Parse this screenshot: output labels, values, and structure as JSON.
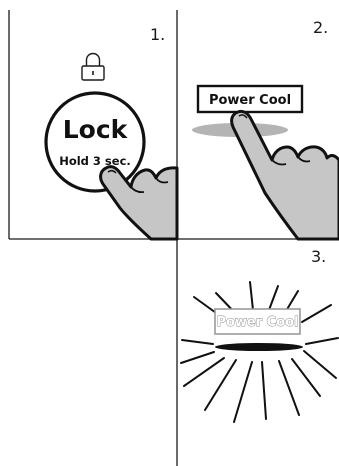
{
  "panels": [
    {
      "number": "1.",
      "icon": "padlock-icon",
      "button_label": "Lock",
      "button_sublabel": "Hold 3 sec."
    },
    {
      "number": "2.",
      "button_label": "Power Cool"
    },
    {
      "number": "3.",
      "button_label": "Power Cool"
    }
  ],
  "colors": {
    "line": "#111111",
    "finger_fill": "#c6c6c6",
    "shadow": "#b4b4b4",
    "glow_text_outline": "#8c8c8c"
  }
}
